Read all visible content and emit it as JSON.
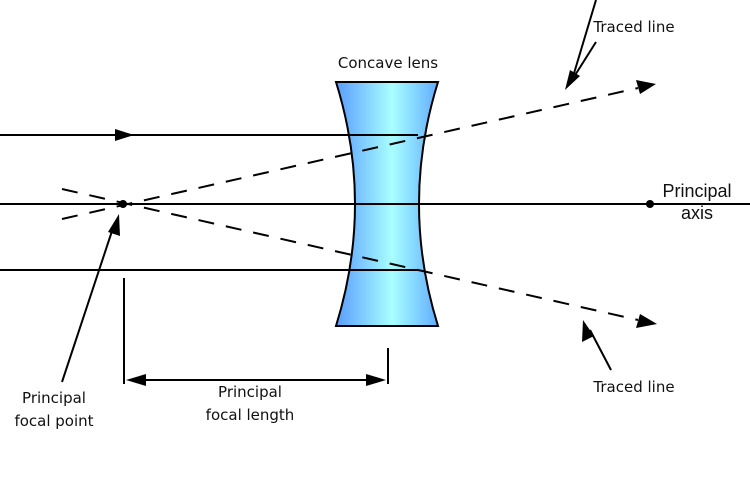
{
  "diagram": {
    "title": "Concave lens ray diagram",
    "labels": {
      "lens": "Concave lens",
      "traced_line_top": "Traced line",
      "traced_line_bottom": "Traced line",
      "principal_axis_line1": "Principal",
      "principal_axis_line2": "axis",
      "focal_point_line1": "Principal",
      "focal_point_line2": "focal point",
      "focal_length_line1": "Principal",
      "focal_length_line2": "focal length"
    },
    "colors": {
      "lens_edge": "#5fa8ff",
      "lens_center": "#a8ffff",
      "stroke": "#000000"
    }
  }
}
